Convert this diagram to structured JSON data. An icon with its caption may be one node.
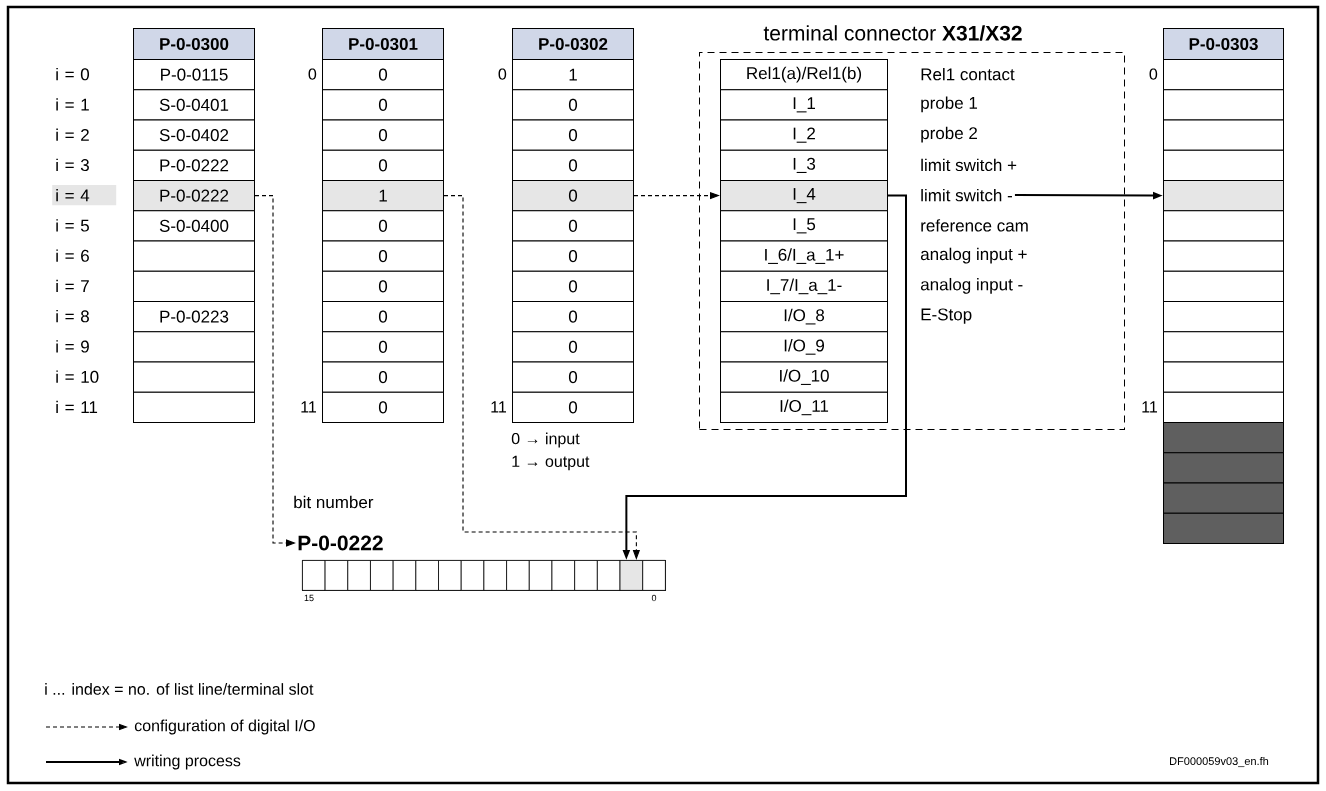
{
  "diagram": {
    "nodes": [
      {
        "text": [
          "P-0-0300"
        ]
      },
      {
        "text": [
          "P-0-0115"
        ]
      },
      {
        "text": [
          "S-0-0401"
        ]
      },
      {
        "text": [
          "S-0-0402"
        ]
      },
      {
        "text": [
          "P-0-0222"
        ]
      },
      {
        "text": [
          "P-0-0222"
        ]
      },
      {
        "text": [
          "S-0-0400"
        ]
      },
      {
        "text": [],
        "shape": "box"
      },
      {
        "text": [],
        "shape": "box"
      },
      {
        "text": [
          "P-0-0223"
        ]
      },
      {
        "text": [],
        "shape": "box"
      },
      {
        "text": [],
        "shape": "box"
      },
      {
        "text": [],
        "shape": "box"
      },
      {
        "text": [
          "P-0-0301"
        ]
      },
      {
        "text": [
          "0"
        ]
      },
      {
        "text": [
          "0"
        ]
      },
      {
        "text": [
          "0"
        ]
      },
      {
        "text": [
          "0"
        ]
      },
      {
        "text": [
          "1"
        ]
      },
      {
        "text": [
          "0"
        ]
      },
      {
        "text": [
          "0"
        ]
      },
      {
        "text": [
          "0"
        ]
      },
      {
        "text": [
          "0"
        ]
      },
      {
        "text": [
          "0"
        ]
      },
      {
        "text": [
          "0"
        ]
      },
      {
        "text": [
          "0"
        ]
      },
      {
        "text": [
          "P-0-0302"
        ]
      },
      {
        "text": [
          "1"
        ]
      },
      {
        "text": [
          "0"
        ]
      },
      {
        "text": [
          "0"
        ]
      },
      {
        "text": [
          "0"
        ]
      },
      {
        "text": [
          "0"
        ]
      },
      {
        "text": [
          "0"
        ]
      },
      {
        "text": [
          "0"
        ]
      },
      {
        "text": [
          "0"
        ]
      },
      {
        "text": [
          "0"
        ]
      },
      {
        "text": [
          "0"
        ]
      },
      {
        "text": [
          "0"
        ]
      },
      {
        "text": [
          "0"
        ]
      },
      {
        "text": [
          "terminal connector **X31/X32**"
        ]
      },
      {
        "text": [
          "Rel1(a)/Rel1(b)"
        ],
        "in": 39
      },
      {
        "text": [
          "I_1"
        ],
        "in": 39
      },
      {
        "text": [
          "I_2"
        ],
        "in": 39
      },
      {
        "text": [
          "I_3"
        ],
        "in": 39
      },
      {
        "text": [
          "I_4"
        ],
        "in": 39
      },
      {
        "text": [
          "I_5"
        ],
        "in": 39
      },
      {
        "text": [
          "I_6/I_a_1+"
        ],
        "in": 39
      },
      {
        "text": [
          "I_7/I_a_1-"
        ],
        "in": 39
      },
      {
        "text": [
          "I/O_8"
        ],
        "in": 39
      },
      {
        "text": [
          "I/O_9"
        ],
        "in": 39
      },
      {
        "text": [
          "I/O_10"
        ],
        "in": 39
      },
      {
        "text": [
          "I/O_11"
        ],
        "in": 39
      },
      {
        "text": [
          "Rel1 contact"
        ],
        "in": 39
      },
      {
        "text": [
          "probe 1"
        ],
        "in": 39
      },
      {
        "text": [
          "probe 2"
        ],
        "in": 39
      },
      {
        "text": [
          "limit switch +"
        ],
        "in": 39
      },
      {
        "text": [
          "limit switch -"
        ],
        "in": 39
      },
      {
        "text": [
          "reference cam"
        ],
        "in": 39
      },
      {
        "text": [
          "analog input +"
        ],
        "in": 39
      },
      {
        "text": [
          "analog input -"
        ],
        "in": 39
      },
      {
        "text": [
          "E-Stop"
        ],
        "in": 39
      },
      {
        "text": [
          "P-0-0303"
        ]
      },
      {
        "text": [],
        "shape": "box"
      },
      {
        "text": [],
        "shape": "box"
      },
      {
        "text": [],
        "shape": "box"
      },
      {
        "text": [],
        "shape": "box"
      },
      {
        "text": [],
        "shape": "box"
      },
      {
        "text": [],
        "shape": "box"
      },
      {
        "text": [],
        "shape": "box"
      },
      {
        "text": [],
        "shape": "box"
      },
      {
        "text": [],
        "shape": "box"
      },
      {
        "text": [],
        "shape": "box"
      },
      {
        "text": [],
        "shape": "box"
      },
      {
        "text": [],
        "shape": "box"
      },
      {
        "text": [],
        "shape": "box"
      },
      {
        "text": [],
        "shape": "box"
      },
      {
        "text": [],
        "shape": "box"
      },
      {
        "text": [],
        "shape": "box"
      },
      {
        "text": [
          "P-0-0222"
        ]
      },
      {
        "text": [],
        "shape": "box",
        "in": 78
      },
      {
        "text": [],
        "shape": "box",
        "in": 78
      },
      {
        "text": [],
        "shape": "box",
        "in": 78
      },
      {
        "text": [],
        "shape": "box",
        "in": 78
      },
      {
        "text": [],
        "shape": "box",
        "in": 78
      },
      {
        "text": [],
        "shape": "box",
        "in": 78
      },
      {
        "text": [],
        "shape": "box",
        "in": 78
      },
      {
        "text": [],
        "shape": "box",
        "in": 78
      },
      {
        "text": [],
        "shape": "box",
        "in": 78
      },
      {
        "text": [],
        "shape": "box",
        "in": 78
      },
      {
        "text": [],
        "shape": "box",
        "in": 78
      },
      {
        "text": [],
        "shape": "box",
        "in": 78
      },
      {
        "text": [],
        "shape": "box",
        "in": 78
      },
      {
        "text": [],
        "shape": "box",
        "in": 78
      },
      {
        "text": [],
        "shape": "box",
        "in": 78
      },
      {
        "text": [],
        "shape": "box",
        "in": 78
      }
    ],
    "edges": [
      {
        "from": 5,
        "to": 78,
        "arrow": "to",
        "style": "dashed"
      },
      {
        "from": 18,
        "to": 93,
        "arrow": "to",
        "style": "dashed"
      },
      {
        "from": 31,
        "to": 44,
        "arrow": "to",
        "style": "dashed"
      },
      {
        "from": 44,
        "to": 93,
        "arrow": "to"
      },
      {
        "from": 56,
        "to": 66,
        "arrow": "to"
      }
    ],
    "labels": [
      "i = 0",
      "i = 1",
      "i = 2",
      "i = 3",
      "i = 4",
      "i = 5",
      "i = 6",
      "i = 7",
      "i = 8",
      "i = 9",
      "i = 10",
      "i = 11",
      "0",
      "11",
      "0",
      "11",
      "0",
      "11",
      "0 → input",
      "1 → output",
      "bit number",
      "15",
      "0",
      "i ... index = no. of list line/terminal slot",
      "DF000059v03_en.fh"
    ],
    "legend": [
      {
        "text": "configuration of digital I/O"
      },
      {
        "text": "writing process"
      }
    ]
  }
}
